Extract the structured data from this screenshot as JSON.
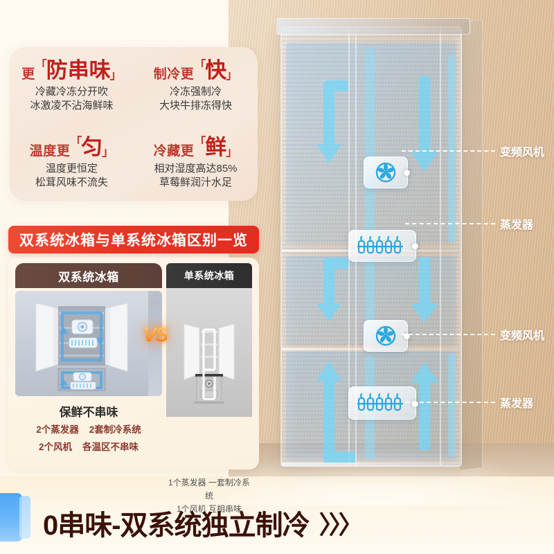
{
  "features": {
    "items": [
      {
        "prefix": "更",
        "highlight": "防串味",
        "prefix_position": "before",
        "sub1": "冷藏冷冻分开吹",
        "sub2": "冰激凌不沾海鲜味"
      },
      {
        "prefix": "制冷更",
        "highlight": "快",
        "prefix_position": "before",
        "sub1": "冷冻强制冷",
        "sub2": "大块牛排冻得快"
      },
      {
        "prefix": "温度更",
        "highlight": "匀",
        "prefix_position": "before",
        "sub1": "温度更恒定",
        "sub2": "松茸风味不流失"
      },
      {
        "prefix": "冷藏更",
        "highlight": "鲜",
        "prefix_position": "before",
        "sub1": "相对湿度高达85%",
        "sub2": "草莓鲜润汁水足"
      }
    ],
    "bracket_open": "「",
    "bracket_close": "」",
    "accent_color": "#c0201b",
    "prefix_color": "#c0392f"
  },
  "comparison": {
    "banner_title": "双系统冰箱与单系统冰箱区别一览",
    "banner_color": "#e93424",
    "dual": {
      "header": "双系统冰箱",
      "header_color": "#5d4039",
      "caption_title": "保鲜不串味",
      "caption_line1_a": "2个蒸发器",
      "caption_line1_b": "2套制冷系统",
      "caption_line2_a": "2个风机",
      "caption_line2_b": "各温区不串味"
    },
    "vs_label": "VS",
    "single": {
      "header": "单系统冰箱",
      "header_color": "#2e2e2e",
      "caption_line1": "1个蒸发器 一套制冷系统",
      "caption_line2": "1个风机 互相串味"
    }
  },
  "fridge": {
    "callouts": [
      {
        "label": "变频风机",
        "icon": "fan-icon"
      },
      {
        "label": "蒸发器",
        "icon": "evaporator-coil-icon"
      },
      {
        "label": "变频风机",
        "icon": "fan-icon"
      },
      {
        "label": "蒸发器",
        "icon": "evaporator-coil-icon"
      }
    ],
    "airflow_color": "#79d6f5",
    "callout_text_color": "#ffffff"
  },
  "bottom": {
    "headline": "0串味-双系统独立制冷",
    "chevrons": "〉〉〉",
    "headline_color": "#3b1108",
    "tab_color": "#4ea6f5"
  }
}
